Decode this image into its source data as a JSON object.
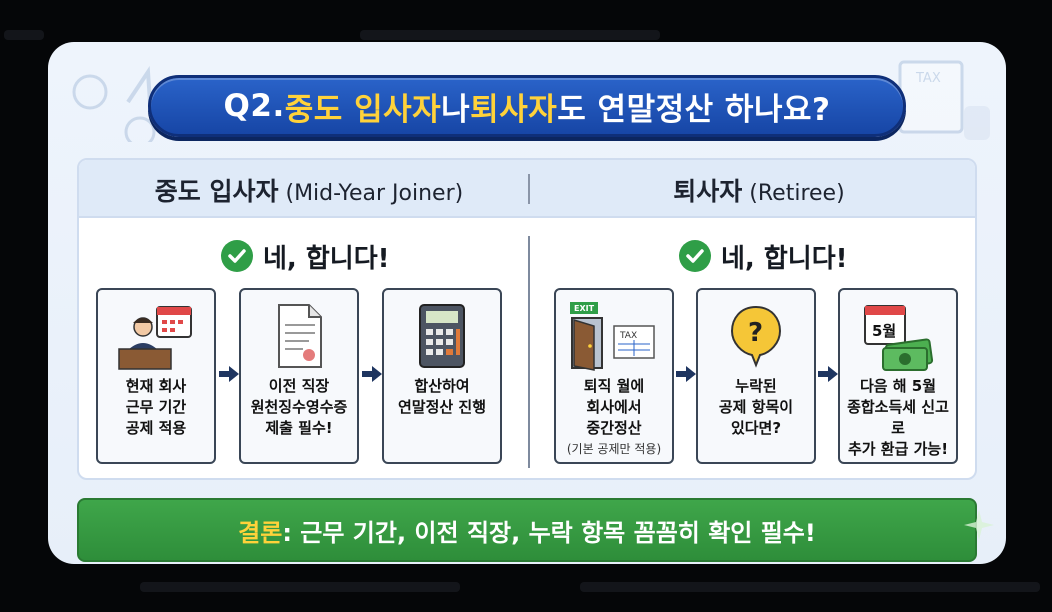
{
  "title": {
    "prefix": "Q2. ",
    "highlight1": "중도 입사자",
    "mid": "나 ",
    "highlight2": "퇴사자",
    "suffix": "도 연말정산 하나요?"
  },
  "left": {
    "heading": "중도 입사자",
    "heading_sub": " (Mid-Year Joiner)",
    "answer": "네, 합니다!",
    "steps": [
      {
        "text": "현재 회사\n근무 기간\n공제 적용",
        "icon": "office-worker-calendar-icon"
      },
      {
        "text": "이전 직장\n원천징수영수증\n제출 필수!",
        "icon": "document-icon"
      },
      {
        "text": "합산하여\n연말정산 진행",
        "icon": "calculator-icon"
      }
    ]
  },
  "right": {
    "heading": "퇴사자",
    "heading_sub": " (Retiree)",
    "answer": "네, 합니다!",
    "steps": [
      {
        "text": "퇴직 월에\n회사에서\n중간정산",
        "note": "(기본 공제만 적용)",
        "icon": "exit-door-tax-icon",
        "exit_label": "EXIT",
        "tax_label": "TAX"
      },
      {
        "text": "누락된\n공제 항목이\n있다면?",
        "icon": "question-bubble-icon"
      },
      {
        "text": "다음 해 5월\n종합소득세 신고로\n추가 환급 가능!",
        "icon": "calendar-money-icon",
        "calendar_label": "5월"
      }
    ]
  },
  "conclusion": {
    "label": "결론",
    "text": ": 근무 기간, 이전 직장, 누락 항목 꼼꼼히 확인 필수!"
  },
  "deco": {
    "tax_label": "TAX"
  },
  "colors": {
    "title_bg": "#1f55b8",
    "highlight": "#ffd23a",
    "check": "#2f9e47",
    "conclusion_bg": "#3a9e45"
  }
}
